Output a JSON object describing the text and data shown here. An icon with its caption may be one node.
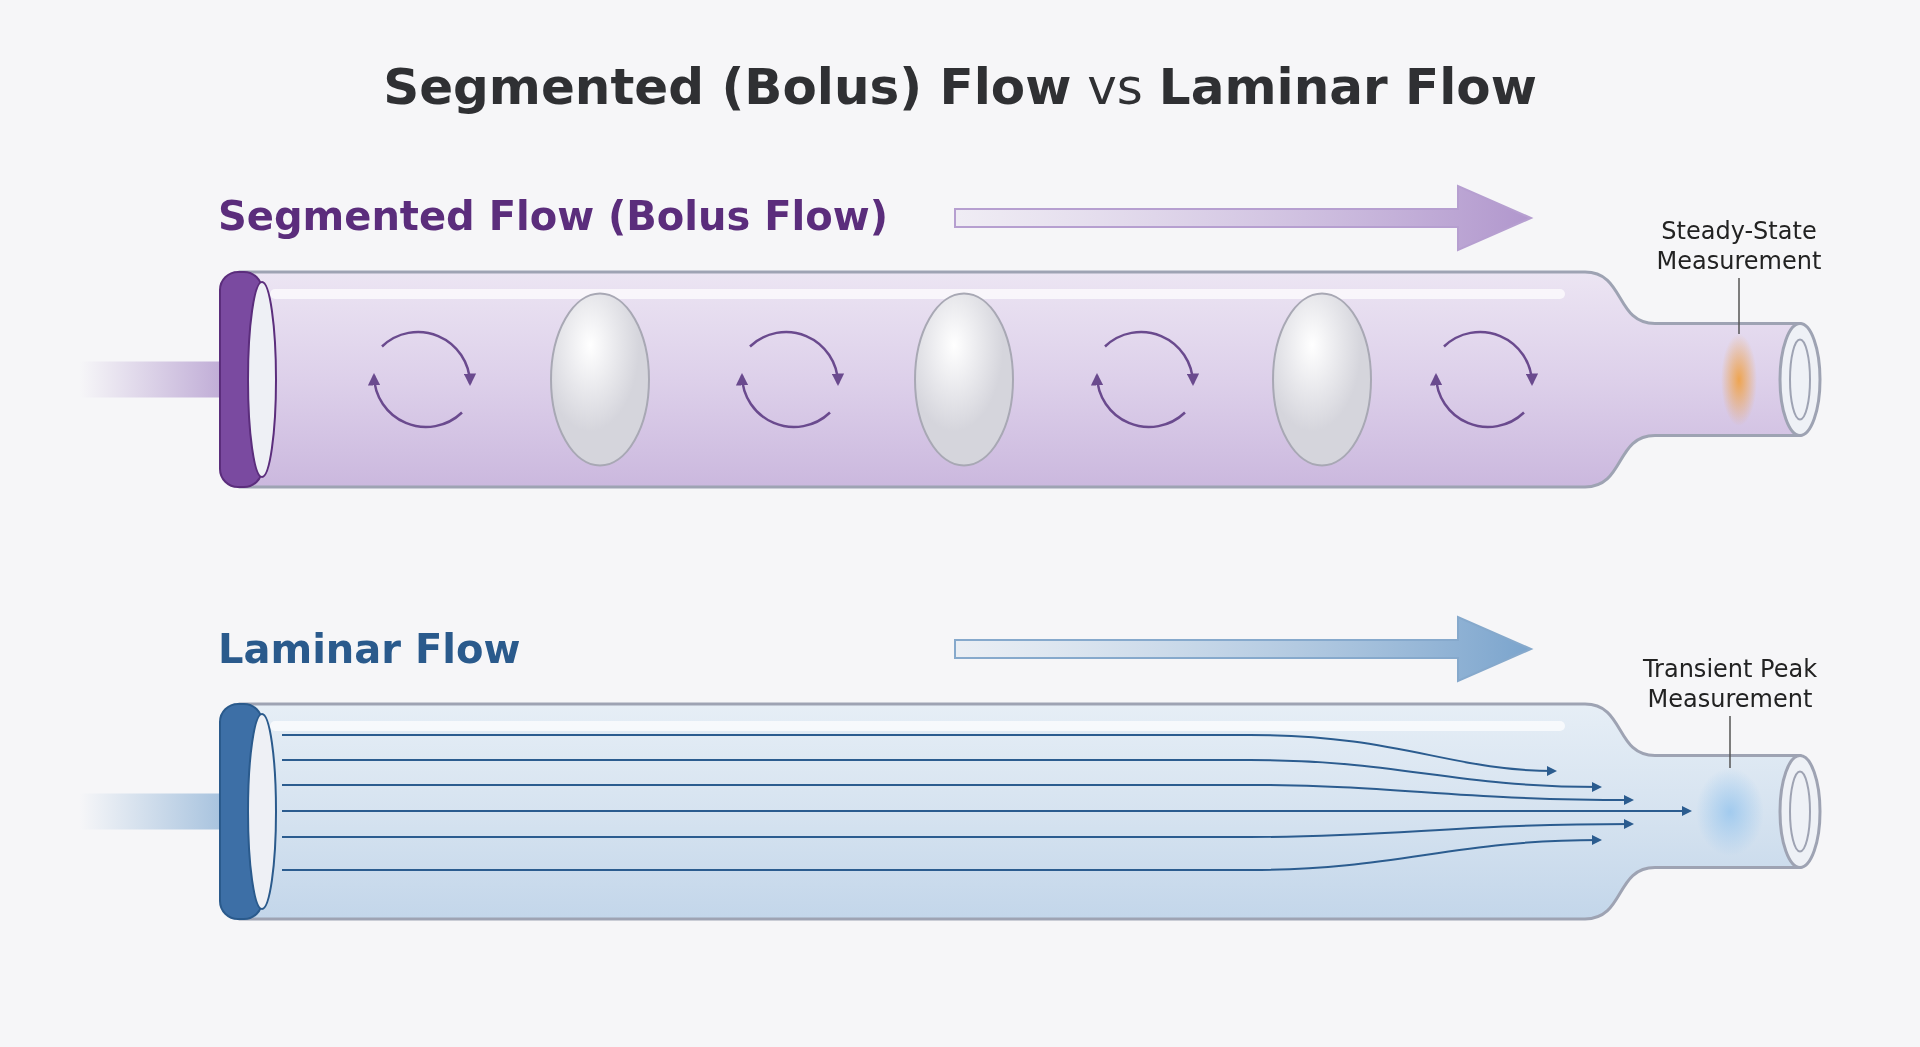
{
  "diagram": {
    "title": "**Segmented (Bolus) Flow** vs **Laminar Flow**",
    "nodes": [
      {
        "text": [
          "Steady-State Measurement"
        ]
      },
      {
        "text": [],
        "shape": "circle"
      },
      {
        "text": [
          "Transient Peak Measurement"
        ]
      },
      {
        "text": [],
        "shape": "circle"
      }
    ],
    "edges": [
      {
        "from": 0,
        "to": 1,
        "arrow": "none"
      },
      {
        "from": 2,
        "to": 3,
        "arrow": "none"
      }
    ],
    "labels": [
      "Segmented Flow (Bolus Flow)",
      "Laminar Flow"
    ]
  }
}
